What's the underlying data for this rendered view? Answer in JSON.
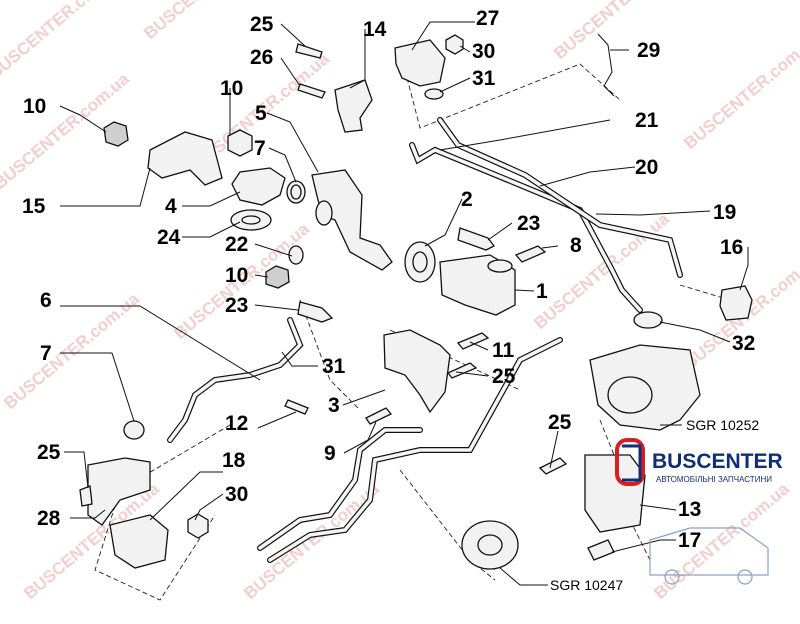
{
  "callouts": {
    "n25a": "25",
    "n14": "14",
    "n27": "27",
    "n30a": "30",
    "n29": "29",
    "n26": "26",
    "n31a": "31",
    "n10a": "10",
    "n10b": "10",
    "n5": "5",
    "n21": "21",
    "n7a": "7",
    "n15": "15",
    "n4": "4",
    "n20": "20",
    "n2": "2",
    "n19": "19",
    "n23a": "23",
    "n24": "24",
    "n22": "22",
    "n8": "8",
    "n16": "16",
    "n10c": "10",
    "n1": "1",
    "n6": "6",
    "n23b": "23",
    "n32": "32",
    "n11": "11",
    "n7b": "7",
    "n31b": "31",
    "n25b": "25",
    "n3": "3",
    "n12": "12",
    "n25c": "25",
    "n9": "9",
    "n25d": "25",
    "n18": "18",
    "n30b": "30",
    "n28": "28",
    "n13": "13",
    "n17": "17"
  },
  "references": {
    "ref1": "SGR 10252",
    "ref2": "SGR 10247"
  },
  "watermark": {
    "text": "BUSCENTER.com.ua",
    "color": "#e8a7a7"
  },
  "logo": {
    "name": "BUSCENTER",
    "tagline": "АВТОМОБІЛЬНІ ЗАПЧАСТИНИ",
    "color": "#0f2e78",
    "accent": "#d42020"
  }
}
